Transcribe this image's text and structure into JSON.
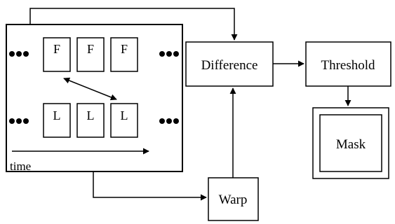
{
  "diagram": {
    "frame_f_label": "F",
    "frame_l_label": "L",
    "time_label": "time",
    "difference_label": "Difference",
    "threshold_label": "Threshold",
    "mask_label": "Mask",
    "warp_label": "Warp",
    "ink_color": "#000000",
    "background_color": "#ffffff"
  }
}
